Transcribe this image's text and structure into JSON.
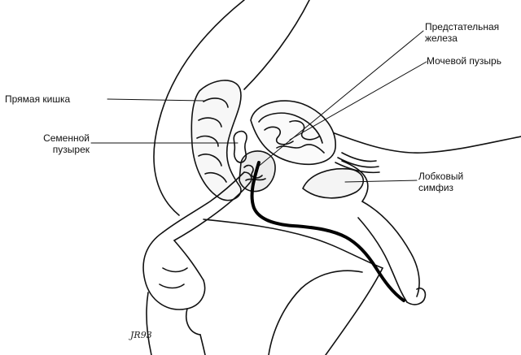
{
  "labels": {
    "rectum": "Прямая кишка",
    "seminal_vesicle_1": "Семенной",
    "seminal_vesicle_2": "пузырек",
    "prostate_1": "Предстательная",
    "prostate_2": "железа",
    "bladder": "Мочевой пузырь",
    "pubic_symphysis_1": "Лобковый",
    "pubic_symphysis_2": "симфиз"
  },
  "signature": "JR93",
  "colors": {
    "line": "#111111",
    "background": "#ffffff",
    "tissue": "#f4f4f4"
  }
}
